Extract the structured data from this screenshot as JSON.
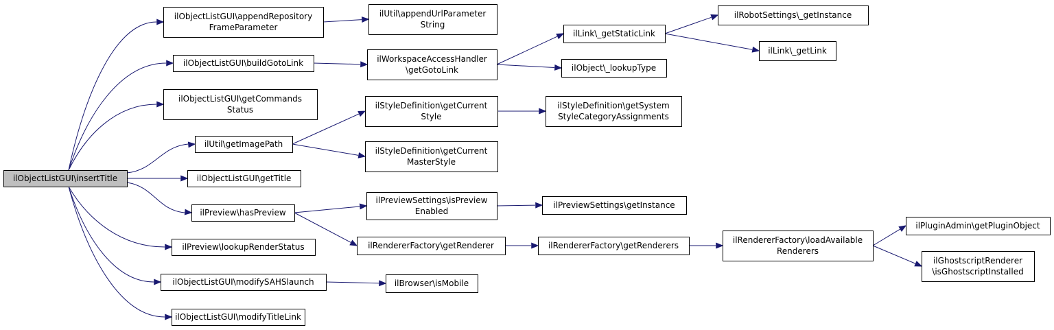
{
  "diagram": {
    "type": "call-graph",
    "colors": {
      "edge": "#191970",
      "root_fill": "#bfbfbf",
      "node_fill": "#ffffff",
      "node_border": "#000000"
    },
    "nodes": [
      {
        "id": "insertTitle",
        "lines": [
          "ilObjectListGUI\\insertTitle"
        ],
        "root": true
      },
      {
        "id": "appendRepo",
        "lines": [
          "ilObjectListGUI\\appendRepository",
          "FrameParameter"
        ]
      },
      {
        "id": "buildGoto",
        "lines": [
          "ilObjectListGUI\\buildGotoLink"
        ]
      },
      {
        "id": "getCommands",
        "lines": [
          "ilObjectListGUI\\getCommands",
          "Status"
        ]
      },
      {
        "id": "getImagePath",
        "lines": [
          "ilUtil\\getImagePath"
        ]
      },
      {
        "id": "getTitle",
        "lines": [
          "ilObjectListGUI\\getTitle"
        ]
      },
      {
        "id": "hasPreview",
        "lines": [
          "ilPreview\\hasPreview"
        ]
      },
      {
        "id": "lookupRender",
        "lines": [
          "ilPreview\\lookupRenderStatus"
        ]
      },
      {
        "id": "modifySAHS",
        "lines": [
          "ilObjectListGUI\\modifySAHSlaunch"
        ]
      },
      {
        "id": "modifyTitle",
        "lines": [
          "ilObjectListGUI\\modifyTitleLink"
        ]
      },
      {
        "id": "appendUrl",
        "lines": [
          "ilUtil\\appendUrlParameter",
          "String"
        ]
      },
      {
        "id": "wsGoto",
        "lines": [
          "ilWorkspaceAccessHandler",
          "\\getGotoLink"
        ]
      },
      {
        "id": "styleCurrent",
        "lines": [
          "ilStyleDefinition\\getCurrent",
          "Style"
        ]
      },
      {
        "id": "styleMaster",
        "lines": [
          "ilStyleDefinition\\getCurrent",
          "MasterStyle"
        ]
      },
      {
        "id": "prevEnabled",
        "lines": [
          "ilPreviewSettings\\isPreview",
          "Enabled"
        ]
      },
      {
        "id": "getRenderer",
        "lines": [
          "ilRendererFactory\\getRenderer"
        ]
      },
      {
        "id": "isMobile",
        "lines": [
          "ilBrowser\\isMobile"
        ]
      },
      {
        "id": "getStaticLink",
        "lines": [
          "ilLink\\_getStaticLink"
        ]
      },
      {
        "id": "lookupType",
        "lines": [
          "ilObject\\_lookupType"
        ]
      },
      {
        "id": "sysStyle",
        "lines": [
          "ilStyleDefinition\\getSystem",
          "StyleCategoryAssignments"
        ]
      },
      {
        "id": "prevInstance",
        "lines": [
          "ilPreviewSettings\\getInstance"
        ]
      },
      {
        "id": "getRenderers",
        "lines": [
          "ilRendererFactory\\getRenderers"
        ]
      },
      {
        "id": "robotInstance",
        "lines": [
          "ilRobotSettings\\_getInstance"
        ]
      },
      {
        "id": "getLink",
        "lines": [
          "ilLink\\_getLink"
        ]
      },
      {
        "id": "loadAvail",
        "lines": [
          "ilRendererFactory\\loadAvailable",
          "Renderers"
        ]
      },
      {
        "id": "pluginObj",
        "lines": [
          "ilPluginAdmin\\getPluginObject"
        ]
      },
      {
        "id": "ghostscript",
        "lines": [
          "ilGhostscriptRenderer",
          "\\isGhostscriptInstalled"
        ]
      }
    ],
    "edges": [
      [
        "insertTitle",
        "appendRepo"
      ],
      [
        "insertTitle",
        "buildGoto"
      ],
      [
        "insertTitle",
        "getCommands"
      ],
      [
        "insertTitle",
        "getImagePath"
      ],
      [
        "insertTitle",
        "getTitle"
      ],
      [
        "insertTitle",
        "hasPreview"
      ],
      [
        "insertTitle",
        "lookupRender"
      ],
      [
        "insertTitle",
        "modifySAHS"
      ],
      [
        "insertTitle",
        "modifyTitle"
      ],
      [
        "appendRepo",
        "appendUrl"
      ],
      [
        "buildGoto",
        "wsGoto"
      ],
      [
        "wsGoto",
        "getStaticLink"
      ],
      [
        "wsGoto",
        "lookupType"
      ],
      [
        "getStaticLink",
        "robotInstance"
      ],
      [
        "getStaticLink",
        "getLink"
      ],
      [
        "getImagePath",
        "styleCurrent"
      ],
      [
        "getImagePath",
        "styleMaster"
      ],
      [
        "styleCurrent",
        "sysStyle"
      ],
      [
        "hasPreview",
        "prevEnabled"
      ],
      [
        "hasPreview",
        "getRenderer"
      ],
      [
        "prevEnabled",
        "prevInstance"
      ],
      [
        "getRenderer",
        "getRenderers"
      ],
      [
        "getRenderers",
        "loadAvail"
      ],
      [
        "loadAvail",
        "pluginObj"
      ],
      [
        "loadAvail",
        "ghostscript"
      ],
      [
        "modifySAHS",
        "isMobile"
      ]
    ]
  }
}
